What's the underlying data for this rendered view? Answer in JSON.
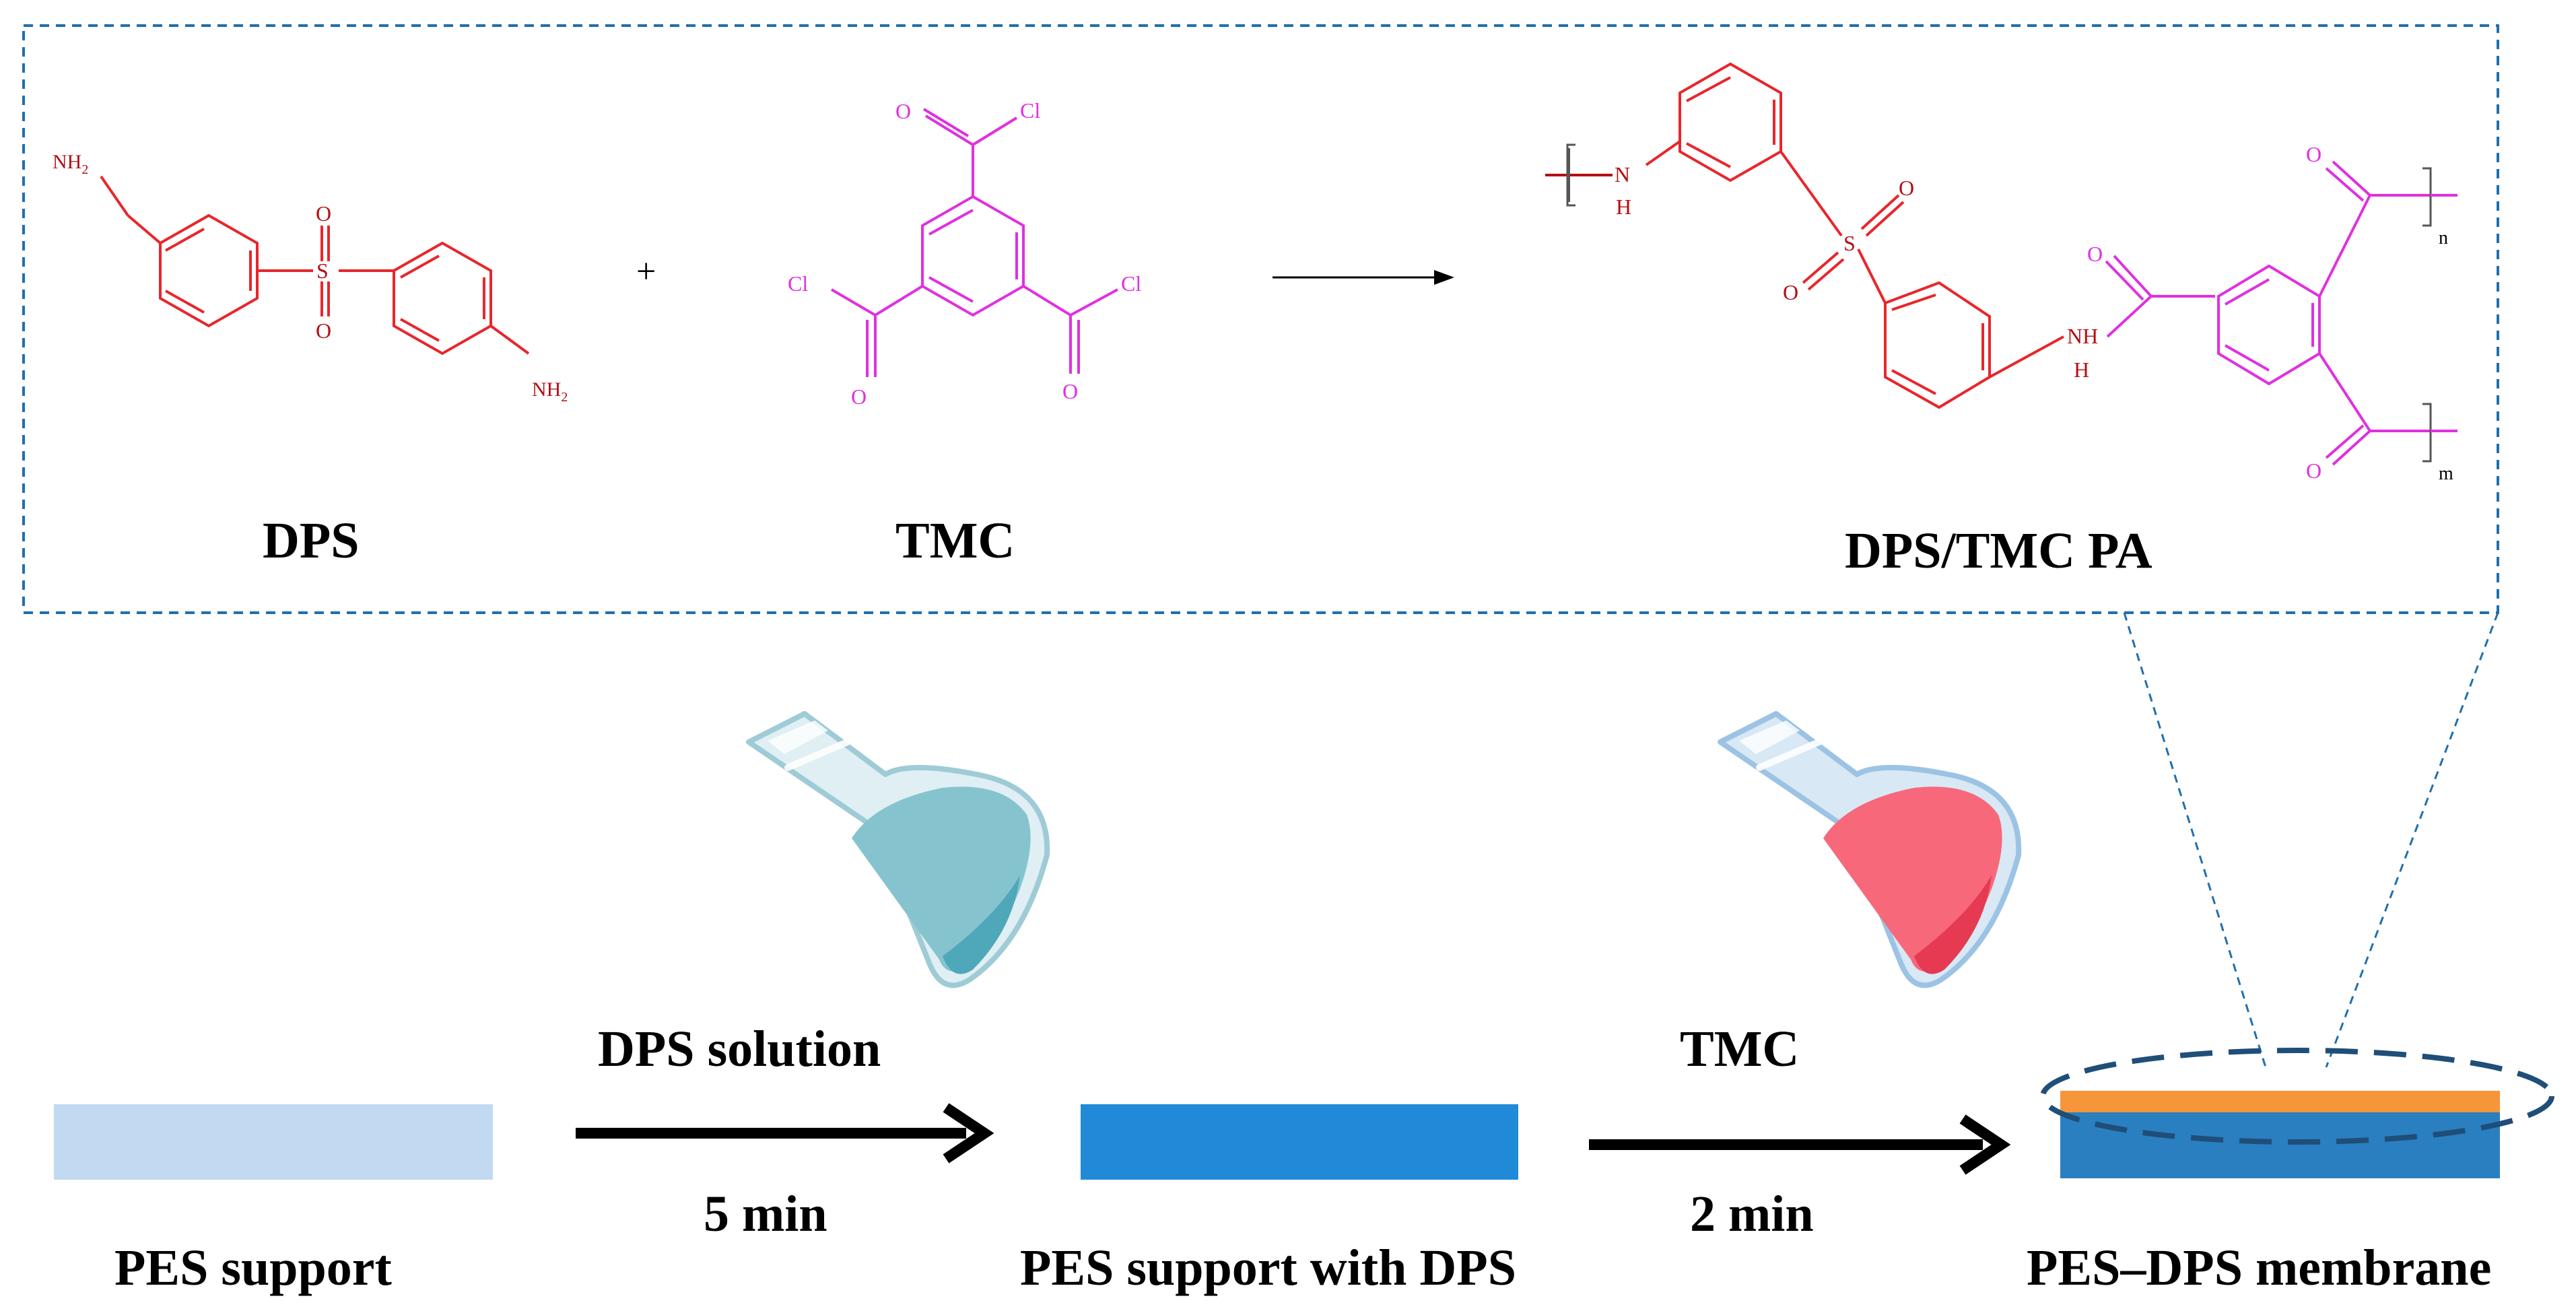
{
  "colors": {
    "dps": "#e8262b",
    "dps_label": "#b40f14",
    "tmc": "#e030e0",
    "frame": "#1f6fae",
    "pes_support": "#c1d9f1",
    "pes_dps": "#2089d8",
    "membrane_base": "#2a7fc0",
    "pa_layer": "#f7953a",
    "flask_teal": "#5fb3c3",
    "flask_red": "#f4566a"
  },
  "reaction": {
    "dps_label": "DPS",
    "tmc_label": "TMC",
    "product_label": "DPS/TMC PA",
    "plus": "+",
    "atoms": {
      "nh2": "NH",
      "nh2_sub": "2",
      "o": "O",
      "s": "S",
      "cl": "Cl",
      "nh": "NH",
      "n": "N",
      "h": "H",
      "n_sub": "n",
      "m_sub": "m"
    }
  },
  "process": {
    "step1_reagent": "DPS solution",
    "step1_time": "5 min",
    "step2_reagent": "TMC",
    "step2_time": "2 min",
    "stage1_label": "PES support",
    "stage2_label": "PES support with DPS",
    "stage3_label": "PES–DPS membrane"
  }
}
